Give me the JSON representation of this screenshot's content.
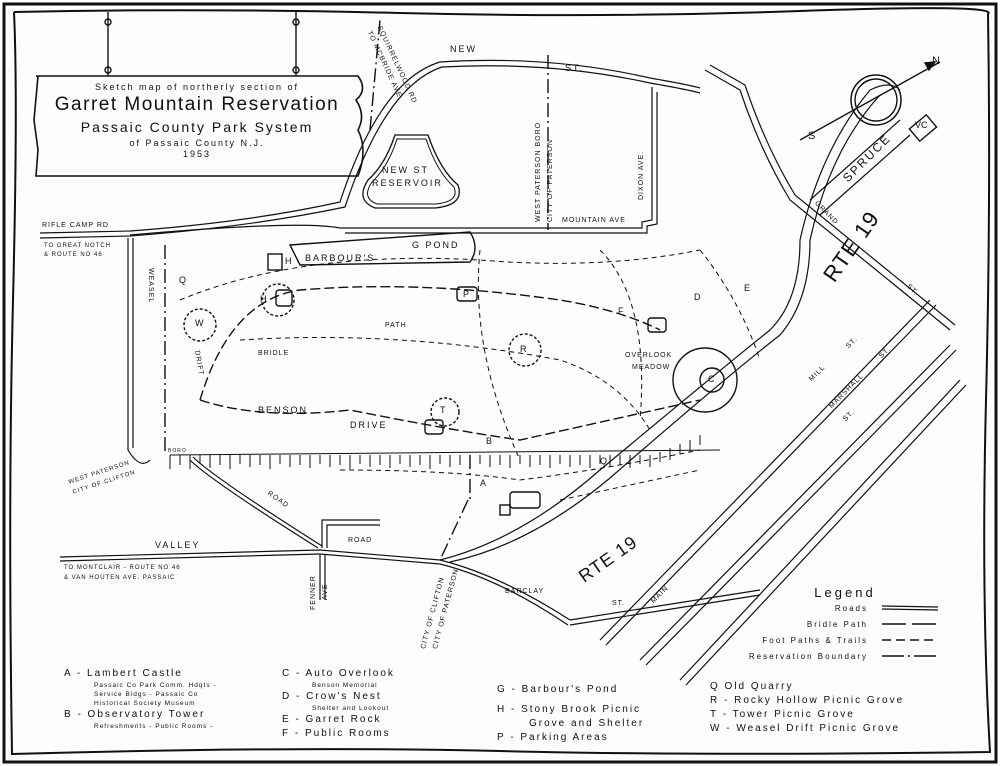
{
  "title": {
    "line1": "Sketch map of northerly section of",
    "line2": "Garret Mountain Reservation",
    "line3": "Passaic County Park System",
    "line4": "of Passaic County   N.J.",
    "year": "1953"
  },
  "map_labels": {
    "new": "New",
    "st": "St.",
    "squirrelwood": "Squirrelwood Rd",
    "mcbride": "To McBride Ave",
    "reservoir1": "New St",
    "reservoir2": "Reservoir",
    "wp_boro": "West Paterson Boro",
    "city_paterson": "City of Paterson",
    "dixon": "Dixon Ave.",
    "mountain_ave": "Mountain Ave",
    "rifle_camp": "Rifle Camp Rd",
    "great_notch1": "To Great Notch",
    "great_notch2": "& Route No 46",
    "barbours": "Barbour's",
    "g_pond": "G   Pond",
    "weasel": "Weasel",
    "drift": "Drift",
    "bridle": "Bridle",
    "path": "Path",
    "benson": "Benson",
    "drive": "Drive",
    "overlook": "Overlook",
    "meadow": "Meadow",
    "wp2": "West Paterson",
    "clifton": "City of Clifton",
    "boro": "Boro",
    "road1": "Road",
    "valley": "Valley",
    "road2": "Road",
    "montclair1": "To Montclair - Route No 46",
    "montclair2": "& Van Houten Ave. Passaic",
    "fenner": "Fenner",
    "fenner_ave": "Ave",
    "clifton2": "City of Clifton",
    "paterson2": "City of Paterson",
    "barclay": "Barclay",
    "barclay_st": "St.",
    "main": "Main",
    "mill": "Mill",
    "mill_st": "St.",
    "marshall": "Marshall",
    "marshall_st": "St.",
    "st_lower": "St.",
    "grand": "Grand",
    "grand_st": "St.",
    "spruce": "Spruce",
    "rte19a": "Rte 19",
    "rte19b": "Rte 19",
    "compass_n": "N",
    "compass_s": "S",
    "vc": "Vc",
    "A": "A",
    "B": "B",
    "C": "C",
    "D": "D",
    "E": "E",
    "F": "F",
    "H": "H",
    "H2": "H",
    "P": "P",
    "Q": "Q",
    "Q2": "Q",
    "R": "R",
    "T": "T",
    "W": "W"
  },
  "legend": {
    "title": "Legend",
    "items": [
      {
        "label": "Roads",
        "style": "double-line"
      },
      {
        "label": "Bridle Path",
        "style": "long-dash"
      },
      {
        "label": "Foot Paths & Trails",
        "style": "short-dash"
      },
      {
        "label": "Reservation Boundary",
        "style": "dash-dot"
      }
    ]
  },
  "key": {
    "A": {
      "name": "A - Lambert Castle",
      "notes": [
        "Passaic Co Park Comm. Hdqts -",
        "Service Bldgs  -  Passaic Co",
        "Historical Society Museum"
      ]
    },
    "B": {
      "name": "B - Observatory Tower",
      "notes": [
        "Refreshments - Public Rooms -"
      ]
    },
    "C": {
      "name": "C - Auto Overlook",
      "notes": [
        "Benson Memorial"
      ]
    },
    "D": {
      "name": "D - Crow's Nest",
      "notes": [
        "Shelter and Lookout"
      ]
    },
    "E": {
      "name": "E - Garret Rock"
    },
    "F": {
      "name": "F - Public Rooms"
    },
    "G": {
      "name": "G - Barbour's Pond"
    },
    "H": {
      "name": "H - Stony Brook Picnic",
      "cont": "Grove and Shelter"
    },
    "P": {
      "name": "P - Parking Areas"
    },
    "Q": {
      "name": "Q  Old Quarry"
    },
    "R": {
      "name": "R - Rocky Hollow Picnic Grove"
    },
    "T": {
      "name": "T - Tower Picnic Grove"
    },
    "W": {
      "name": "W - Weasel Drift Picnic Grove"
    }
  },
  "colors": {
    "ink": "#111111",
    "paper": "#fdfdfb"
  }
}
